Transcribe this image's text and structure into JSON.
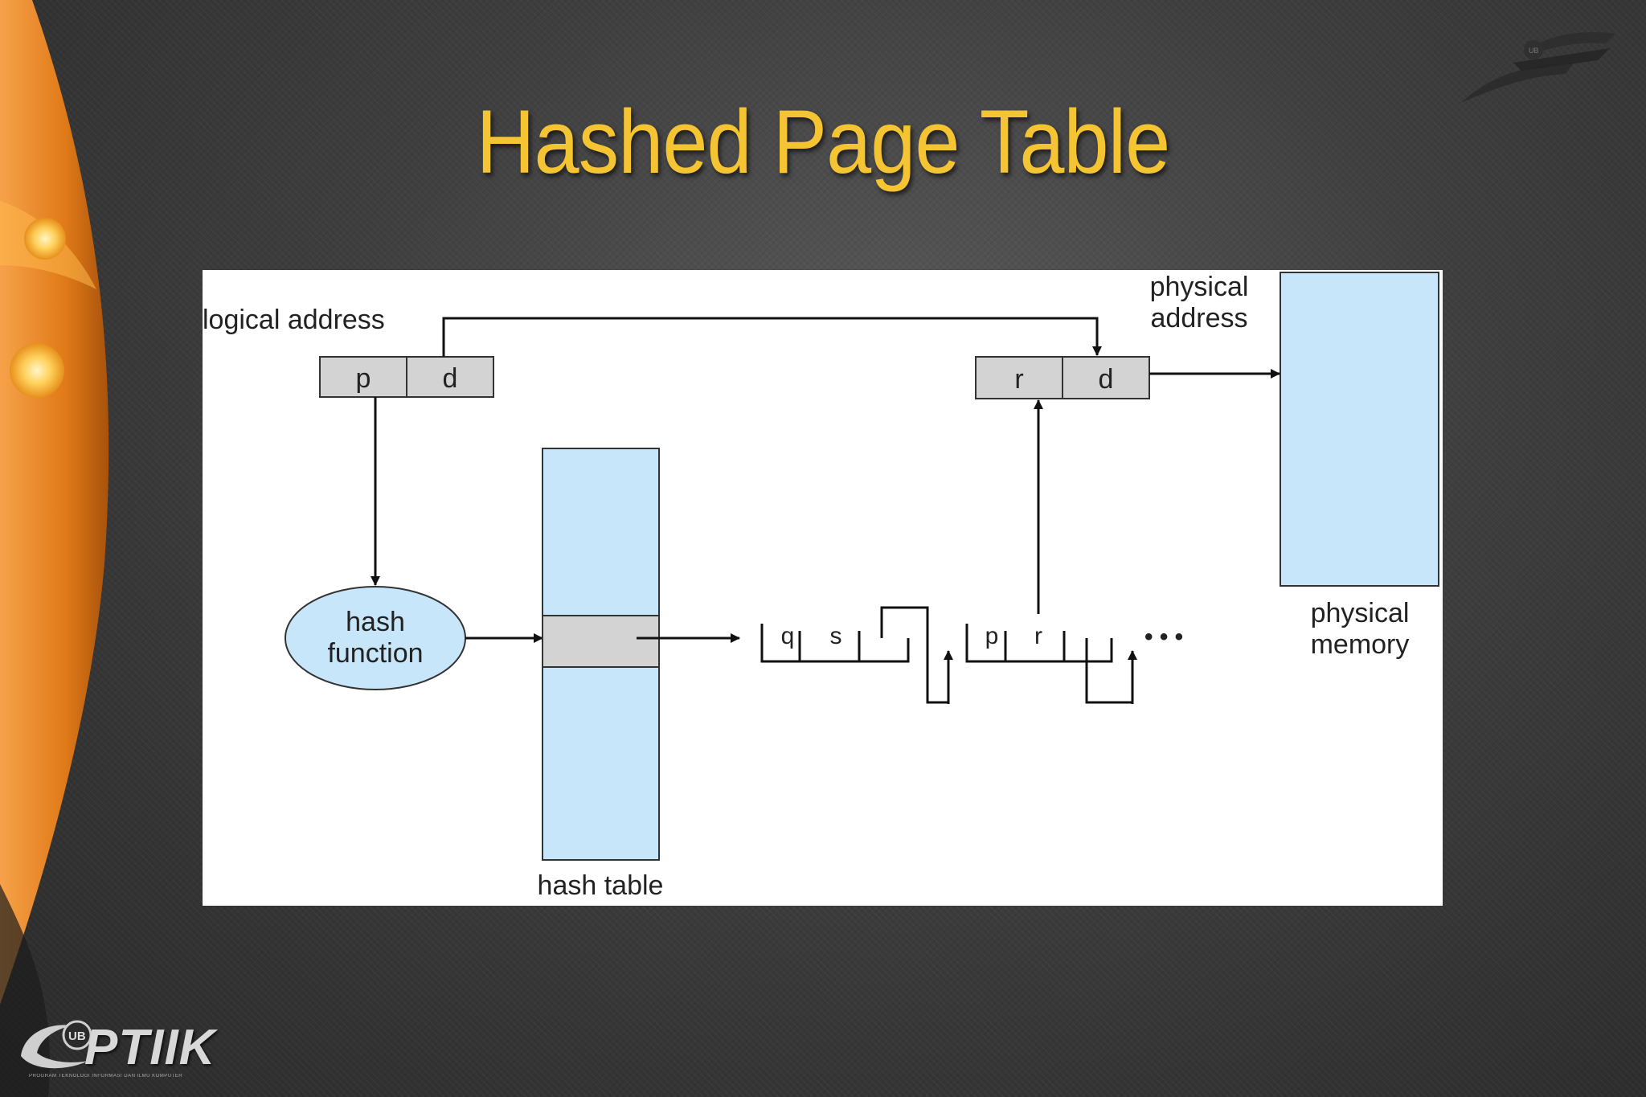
{
  "slide": {
    "title": "Hashed Page Table",
    "brand": {
      "name": "PTIIK",
      "badge": "UB",
      "tagline": "PROGRAM TEKNOLOGI INFORMASI DAN ILMU KOMPUTER"
    },
    "corner_logo_badge": "UB"
  },
  "diagram": {
    "logical_address": {
      "label": "logical address",
      "fields": [
        "p",
        "d"
      ]
    },
    "physical_address": {
      "label_line1": "physical",
      "label_line2": "address",
      "fields": [
        "r",
        "d"
      ]
    },
    "hash_function": {
      "line1": "hash",
      "line2": "function"
    },
    "hash_table": {
      "label": "hash table"
    },
    "chain": {
      "nodes": [
        {
          "fields": [
            "q",
            "s"
          ]
        },
        {
          "fields": [
            "p",
            "r"
          ]
        }
      ],
      "continuation": "• • •"
    },
    "physical_memory": {
      "line1": "physical",
      "line2": "memory"
    }
  },
  "colors": {
    "title": "#f5c433",
    "table_fill": "#c8e6f9",
    "field_fill": "#d3d3d3",
    "accent_orange": "#e8871e"
  }
}
